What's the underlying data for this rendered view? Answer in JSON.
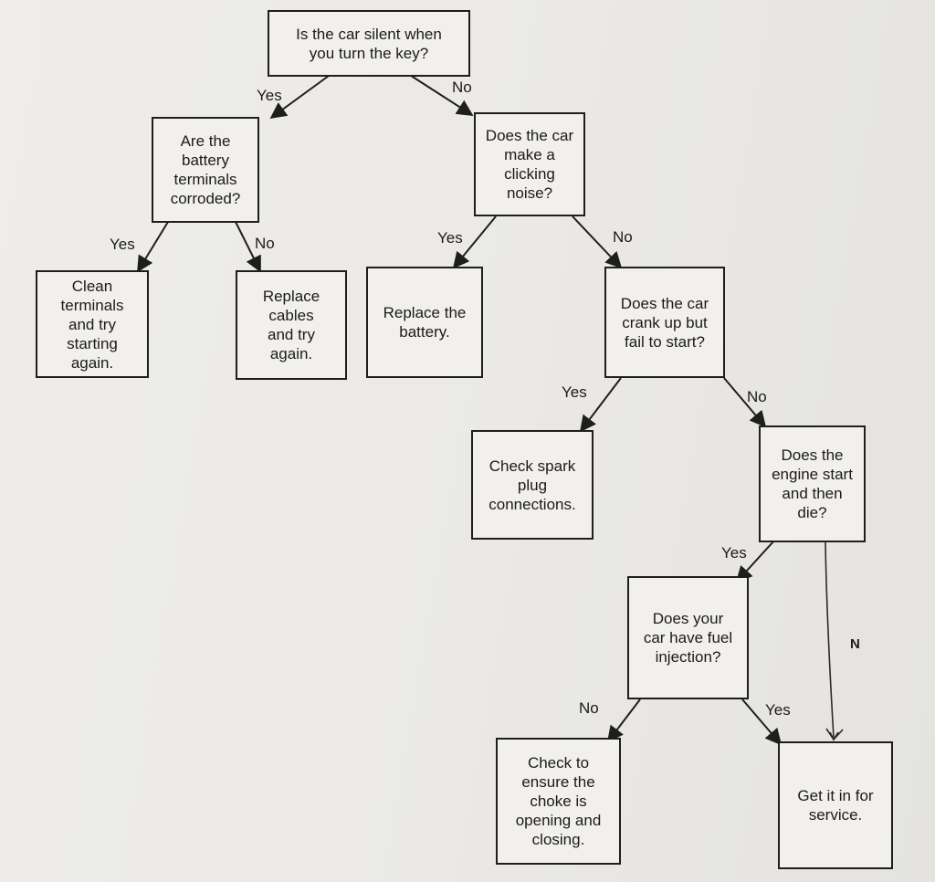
{
  "nodes": {
    "q_silent": "Is the car silent when\nyou turn the key?",
    "q_terminals": "Are the\nbattery\nterminals\ncorroded?",
    "q_clicking": "Does the car\nmake a\nclicking\nnoise?",
    "a_clean": "Clean\nterminals\nand try\nstarting\nagain.",
    "a_cables": "Replace\ncables\nand try\nagain.",
    "a_battery": "Replace the\nbattery.",
    "q_crank": "Does the car\ncrank up but\nfail to start?",
    "a_spark": "Check spark\nplug\nconnections.",
    "q_die": "Does the\nengine start\nand then\ndie?",
    "q_fuel": "Does your\ncar have fuel\ninjection?",
    "a_choke": "Check to\nensure the\nchoke is\nopening and\nclosing.",
    "a_service": "Get it in for\nservice."
  },
  "edge_labels": {
    "silent_yes": "Yes",
    "silent_no": "No",
    "terminals_yes": "Yes",
    "terminals_no": "No",
    "clicking_yes": "Yes",
    "clicking_no": "No",
    "crank_yes": "Yes",
    "crank_no": "No",
    "die_yes": "Yes",
    "die_no_handwritten": "N",
    "fuel_no": "No",
    "fuel_yes": "Yes"
  },
  "colors": {
    "ink": "#1e1e1e",
    "paper": "#ebeae6",
    "box_fill": "#f1f0ec"
  }
}
